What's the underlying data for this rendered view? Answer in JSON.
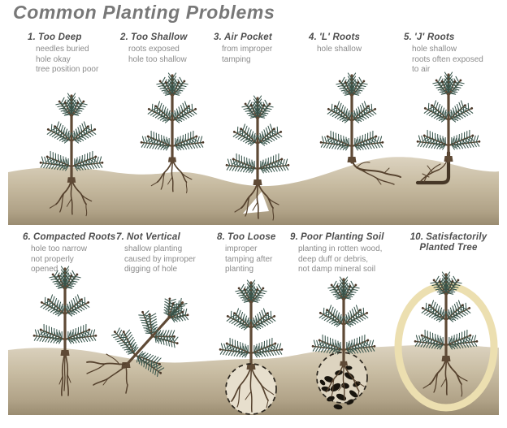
{
  "title": "Common Planting Problems",
  "palette": {
    "foliage": "#37544b",
    "trunk": "#5f4a36",
    "root": "#55412d",
    "dark_hook": "#463727",
    "soil_top": "#dcd3c0",
    "soil_mid": "#c8bca2",
    "soil_low": "#b0a287",
    "soil_bottom": "#9a8c71",
    "loose_fill": "#e7dfcd",
    "debris_fill": "#ddd4c0",
    "debris_chunk": "#18140d",
    "dash_stroke": "#2b261e",
    "ring": "#ecdfb0",
    "air_pocket": "#ffffff",
    "title_text": "#787878",
    "heading_text": "#4d4d4d",
    "desc_text": "#8b8b8b"
  },
  "items": [
    {
      "number": "1.",
      "title": "Too Deep",
      "desc": [
        "needles buried",
        "hole okay",
        "tree position poor"
      ]
    },
    {
      "number": "2.",
      "title": "Too Shallow",
      "desc": [
        "roots exposed",
        "hole too shallow"
      ]
    },
    {
      "number": "3.",
      "title": "Air Pocket",
      "desc": [
        "from improper",
        "tamping"
      ]
    },
    {
      "number": "4.",
      "title": "'L' Roots",
      "desc": [
        "hole shallow"
      ]
    },
    {
      "number": "5.",
      "title": "'J' Roots",
      "desc": [
        "hole shallow",
        "roots often exposed",
        "to air"
      ]
    },
    {
      "number": "6.",
      "title": "Compacted Roots",
      "desc": [
        "hole too narrow",
        "not properly",
        "opened"
      ]
    },
    {
      "number": "7.",
      "title": "Not Vertical",
      "desc": [
        "shallow planting",
        "caused by improper",
        "digging of hole"
      ]
    },
    {
      "number": "8.",
      "title": "Too Loose",
      "desc": [
        "improper",
        "tamping after",
        "planting"
      ]
    },
    {
      "number": "9.",
      "title": "Poor Planting Soil",
      "desc": [
        "planting in rotten wood,",
        "deep duff or debris,",
        "not damp mineral soil"
      ]
    },
    {
      "number": "10.",
      "title": "Satisfactorily Planted Tree",
      "desc": []
    }
  ]
}
